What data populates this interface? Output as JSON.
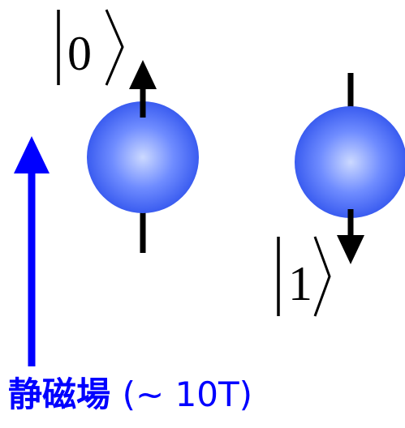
{
  "states": [
    {
      "label": "0",
      "spin": "up",
      "ket_position": "top-left"
    },
    {
      "label": "1",
      "spin": "down",
      "ket_position": "bottom-left"
    }
  ],
  "field_label": {
    "name": "静磁場",
    "strength": "(~ 10T)"
  },
  "colors": {
    "field_arrow": "#0000ff",
    "field_label": "#0000ff",
    "sphere_highlight": "#ccd9ff",
    "sphere_mid": "#6f8cff",
    "sphere_edge": "#3a5cf0",
    "spin_arrow": "#000000"
  }
}
